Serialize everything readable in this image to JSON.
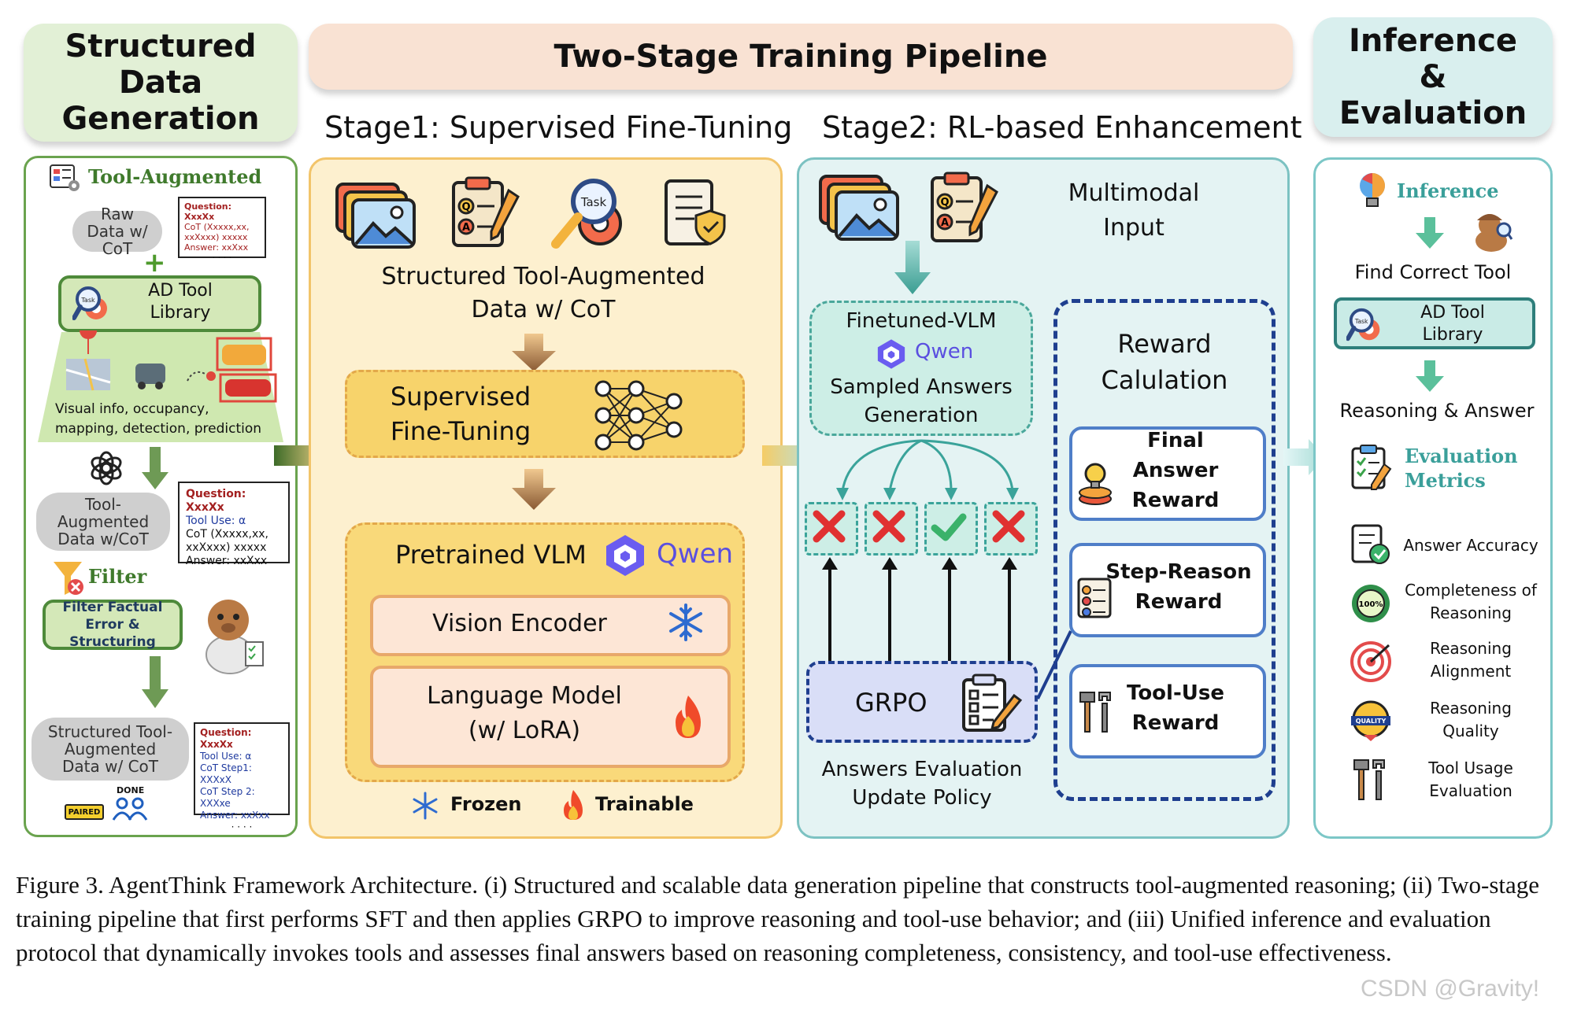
{
  "headers": {
    "data_generation": "Structured Data Generation",
    "pipeline": "Two-Stage Training Pipeline",
    "inference": "Inference & Evaluation"
  },
  "stages": {
    "stage1": "Stage1: Supervised Fine-Tuning",
    "stage2": "Stage2: RL-based Enhancement"
  },
  "left": {
    "tool_augmented": "Tool-Augmented",
    "raw_data": "Raw Data w/ CoT",
    "plus": "+",
    "ad_tool_library": "AD Tool Library",
    "tool_library_tag": "Task",
    "visual_info": "Visual info, occupancy, mapping, detection, prediction",
    "tool_aug_data": "Tool-Augmented Data w/CoT",
    "filter": "Filter",
    "filter_box": "Filter Factual Error & Structuring",
    "structured_data": "Structured Tool-Augmented Data w/ CoT",
    "paired": "PAIRED",
    "done": "DONE",
    "note1": {
      "question": "Question: XxxXx",
      "cot": "CoT (Xxxxx,xx, xxXxxx) xxxxx",
      "answer": "Answer: xxXxx",
      "dots": "· · · ·"
    },
    "note2": {
      "question": "Question: XxxXx",
      "tool_use": "Tool Use: α",
      "cot": "CoT (Xxxxx,xx, xxXxxx) xxxxx",
      "answer": "Answer: xxXxx"
    },
    "note3": {
      "question": "Question: XxxXx",
      "tool_use": "Tool Use: α",
      "step1": "CoT Step1: XXXxX",
      "step2": "CoT Step 2: XXXxe",
      "answer": "Answer: xxXxx",
      "dots": "· · · ·"
    }
  },
  "stage1_panel": {
    "task_tag": "Task",
    "data_label": "Structured Tool-Augmented Data w/ CoT",
    "sft": "Supervised Fine-Tuning",
    "pretrained": "Pretrained VLM",
    "qwen": "Qwen",
    "vision_encoder": "Vision Encoder",
    "language_model": "Language Model (w/ LoRA)",
    "frozen": "Frozen",
    "trainable": "Trainable"
  },
  "stage2_panel": {
    "multimodal_input": "Multimodal Input",
    "finetuned_vlm": "Finetuned-VLM",
    "qwen": "Qwen",
    "sampled": "Sampled Answers Generation",
    "reward_calc": "Reward Calulation",
    "final_answer_reward": "Final Answer Reward",
    "step_reason_reward": "Step-Reason Reward",
    "tool_use_reward": "Tool-Use Reward",
    "grpo": "GRPO",
    "answers_eval": "Answers Evaluation Update Policy"
  },
  "right": {
    "inference": "Inference",
    "find_tool": "Find Correct Tool",
    "ad_tool_library": "AD Tool Library",
    "tool_library_tag": "Task",
    "reasoning_answer": "Reasoning & Answer",
    "eval_metrics": "Evaluation Metrics",
    "metrics": [
      "Answer Accuracy",
      "Completeness of Reasoning",
      "Reasoning Alignment",
      "Reasoning Quality",
      "Tool Usage Evaluation"
    ],
    "badge_100": "100%",
    "badge_quality": "QUALITY"
  },
  "caption": "Figure 3. AgentThink Framework Architecture. (i) Structured and scalable data generation pipeline that constructs tool-augmented reasoning; (ii) Two-stage training pipeline that first performs SFT and then applies GRPO to improve reasoning and tool-use behavior; and (iii) Unified inference and evaluation protocol that dynamically invokes tools and assesses final answers based on reasoning completeness, consistency, and tool-use effectiveness.",
  "watermark": "CSDN @Gravity!",
  "colors": {
    "green_header": "#e2f0d6",
    "peach_header": "#f9e2d3",
    "teal_header": "#d9efee",
    "stage1_bg": "#fdf0cf",
    "stage1_border": "#f2c46a",
    "stage2_bg": "#e4f3f3",
    "stage2_border": "#7cc2c2",
    "reward_border": "#1f3f8f",
    "grpo_bg": "#d9def7"
  }
}
